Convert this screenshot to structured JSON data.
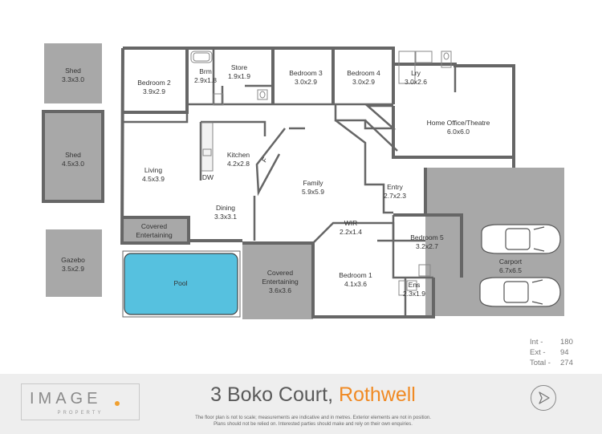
{
  "rooms": [
    {
      "id": "shed-1",
      "name": "Shed",
      "size": "3.3x3.0"
    },
    {
      "id": "shed-2",
      "name": "Shed",
      "size": "4.5x3.0"
    },
    {
      "id": "gazebo",
      "name": "Gazebo",
      "size": "3.5x2.9"
    },
    {
      "id": "bedroom-2",
      "name": "Bedroom 2",
      "size": "3.9x2.9"
    },
    {
      "id": "brm",
      "name": "Brm",
      "size": "2.9x1.8"
    },
    {
      "id": "store",
      "name": "Store",
      "size": "1.9x1.9"
    },
    {
      "id": "bedroom-3",
      "name": "Bedroom 3",
      "size": "3.0x2.9"
    },
    {
      "id": "bedroom-4",
      "name": "Bedroom 4",
      "size": "3.0x2.9"
    },
    {
      "id": "lry",
      "name": "Lry",
      "size": "3.0x2.6"
    },
    {
      "id": "home-office",
      "name": "Home Office/Theatre",
      "size": "6.0x6.0"
    },
    {
      "id": "kitchen",
      "name": "Kitchen",
      "size": "4.2x2.8"
    },
    {
      "id": "living",
      "name": "Living",
      "size": "4.5x3.9"
    },
    {
      "id": "family",
      "name": "Family",
      "size": "5.9x5.9"
    },
    {
      "id": "entry",
      "name": "Entry",
      "size": "2.7x2.3"
    },
    {
      "id": "dining",
      "name": "Dining",
      "size": "3.3x3.1"
    },
    {
      "id": "wir",
      "name": "WIR",
      "size": "2.2x1.4"
    },
    {
      "id": "bedroom-5",
      "name": "Bedroom 5",
      "size": "3.2x2.7"
    },
    {
      "id": "carport",
      "name": "Carport",
      "size": "6.7x6.5"
    },
    {
      "id": "covered-entertaining-1",
      "name": "Covered",
      "name2": "Entertaining",
      "size": ""
    },
    {
      "id": "covered-entertaining-2",
      "name": "Covered",
      "name2": "Entertaining",
      "size": "3.6x3.6"
    },
    {
      "id": "bedroom-1",
      "name": "Bedroom 1",
      "size": "4.1x3.6"
    },
    {
      "id": "ens",
      "name": "Ens",
      "size": "2.3x1.9"
    },
    {
      "id": "pool",
      "name": "Pool",
      "size": ""
    }
  ],
  "fixtures": {
    "dw": "DW",
    "fridge": "F"
  },
  "areas": [
    {
      "key": "Int -",
      "value": "180"
    },
    {
      "key": "Ext -",
      "value": "94"
    },
    {
      "key": "Total -",
      "value": "274"
    }
  ],
  "address": {
    "street": "3 Boko Court, ",
    "suburb": "Rothwell"
  },
  "brand": {
    "name": "IMAGE",
    "tagline": "PROPERTY"
  },
  "disclaimer": {
    "line1": "The floor plan is not to scale; measurements are indicative and in metres. Exterior elements are not in position.",
    "line2": "Plans should not be relied on. Interested parties should make and rely on their own enquiries."
  },
  "colors": {
    "wall": "#666666",
    "shade": "#a8a8a8",
    "pool": "#56c1df",
    "accent": "#f08a24"
  }
}
